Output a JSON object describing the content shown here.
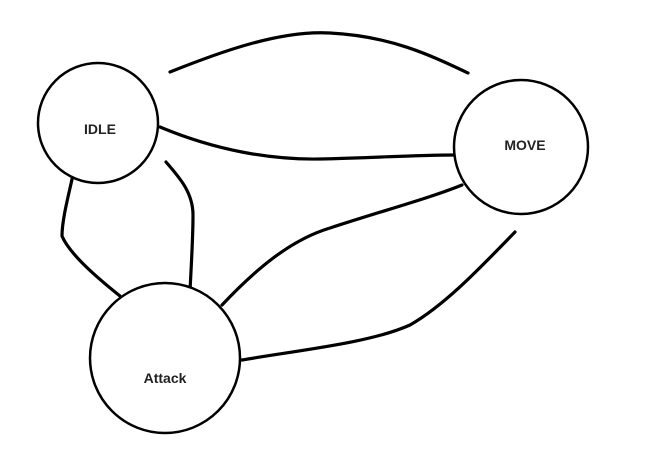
{
  "diagram": {
    "nodes": [
      {
        "id": "idle",
        "label": "IDLE"
      },
      {
        "id": "move",
        "label": "MOVE"
      },
      {
        "id": "attack",
        "label": "Attack"
      }
    ],
    "edges": [
      {
        "from": "idle",
        "to": "move"
      },
      {
        "from": "idle",
        "to": "move"
      },
      {
        "from": "idle",
        "to": "attack"
      },
      {
        "from": "idle",
        "to": "attack"
      },
      {
        "from": "attack",
        "to": "move"
      },
      {
        "from": "attack",
        "to": "move"
      }
    ],
    "colors": {
      "stroke": "#000000",
      "background": "#ffffff",
      "label": "#222222"
    }
  }
}
